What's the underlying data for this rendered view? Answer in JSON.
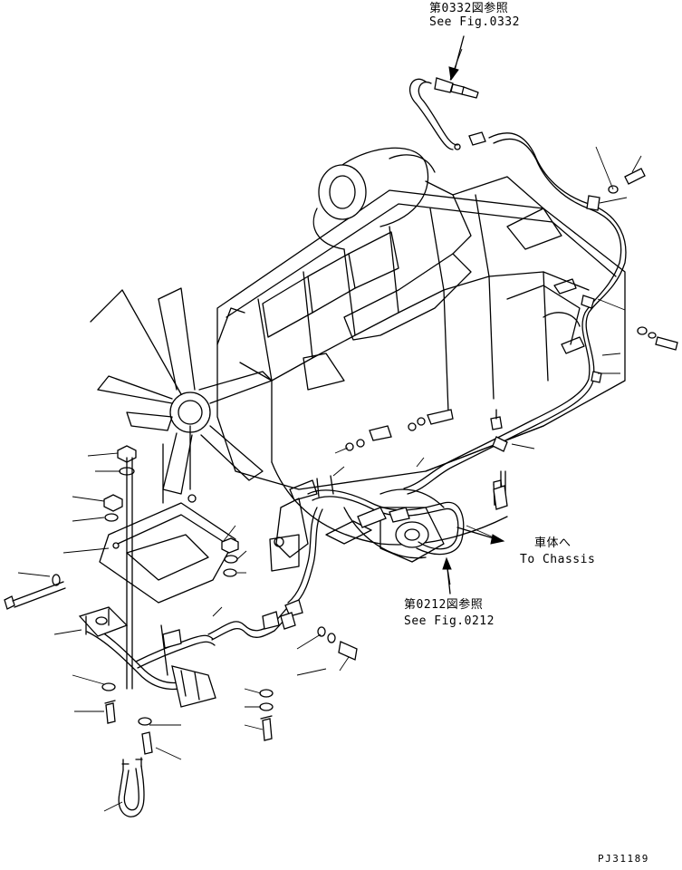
{
  "references": {
    "top_jp": "第0332図参照",
    "top_en": "See Fig.0332",
    "mid_jp": "第0212図参照",
    "mid_en": "See Fig.0212"
  },
  "destination": {
    "jp": "車体へ",
    "en": "To Chassis"
  },
  "drawing_code": "PJ31189"
}
